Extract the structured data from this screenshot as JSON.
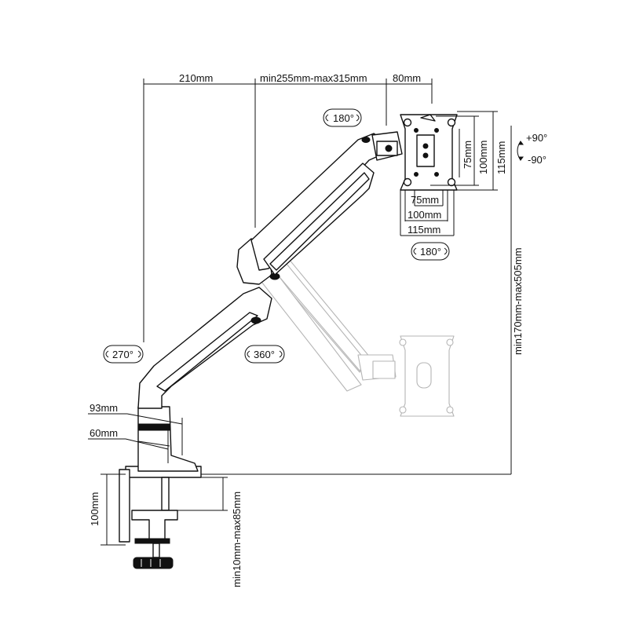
{
  "dimensions": {
    "arm_reach_1": "210mm",
    "arm_reach_2": "min255mm-max315mm",
    "arm_reach_3": "80mm",
    "vesa_75_h": "75mm",
    "vesa_100_h": "100mm",
    "vesa_115_h": "115mm",
    "vesa_75_v": "75mm",
    "vesa_100_v": "100mm",
    "vesa_115_v": "115mm",
    "height_range": "min170mm-max505mm",
    "base_width": "93mm",
    "pole_width": "60mm",
    "clamp_depth": "100mm",
    "desk_thickness": "min10mm-max85mm"
  },
  "rotations": {
    "arm_top": "180°",
    "head": "180°",
    "base": "270°",
    "middle": "360°",
    "tilt_up": "+90°",
    "tilt_down": "-90°"
  }
}
